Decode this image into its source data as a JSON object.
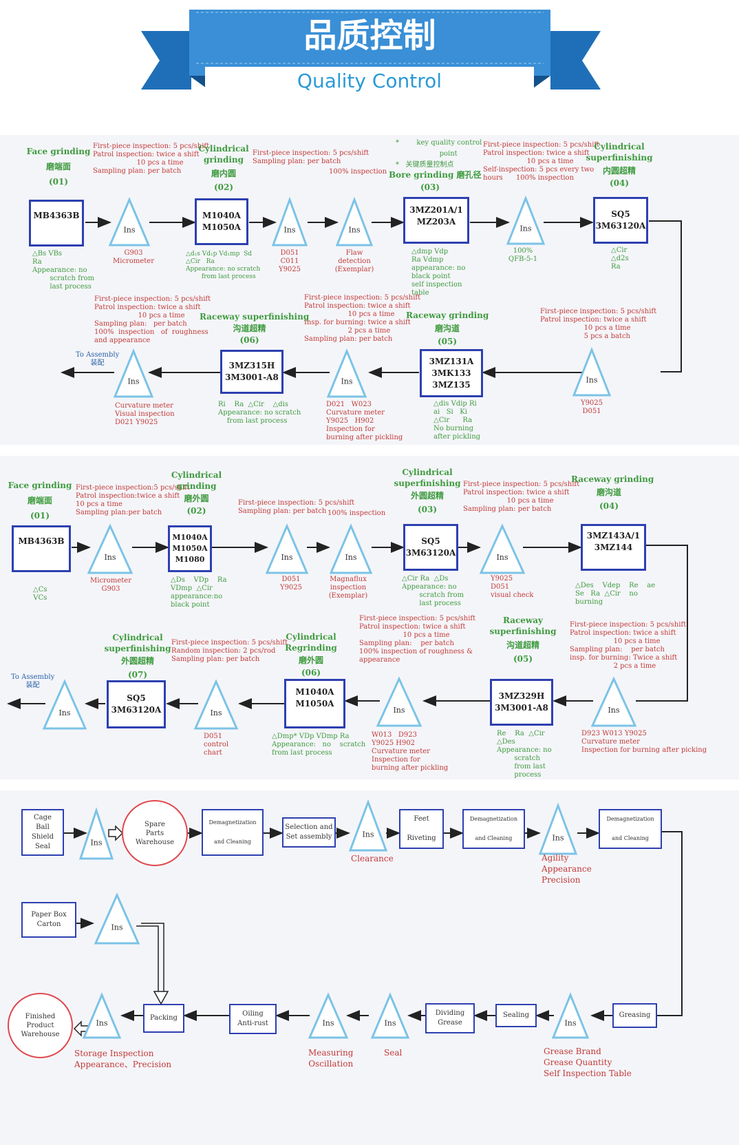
{
  "banner": {
    "title_cn": "品质控制",
    "title_en": "Quality Control"
  },
  "ins": "Ins",
  "p1": {
    "s1": {
      "name_en": "Face grinding",
      "name_cn": "磨端面",
      "num": "(01)",
      "box": "MB4363B",
      "insp": "First-piece inspection: 5 pcs/shift\nPatrol inspection: twice a shift\n                    10 pcs a time\nSampling plan: per batch",
      "params": "△Bs VBs\nRa\nAppearance: no\n        scratch from\n        last process",
      "tool": "G903\nMicrometer"
    },
    "s2": {
      "name_en": "Cylindrical\ngrinding",
      "name_cn": "磨内圆",
      "num": "(02)",
      "box": "M1040A\nM1050A",
      "insp": "First-piece inspection: 5 pcs/shift\nSampling plan: per batch",
      "insp100": "100% inspection",
      "params": "△d₁s Vd₁p Vd₁mp  Sd\n△Cir   Ra\nAppearance: no scratch\n        from last process",
      "tool": "D051\nC011\nY9025",
      "tool2": "Flaw\ndetection\n(Exemplar)"
    },
    "s3": {
      "key_note": "*        key quality control\n                    point\n*   关键质量控制点",
      "name_en": "Bore grinding",
      "name_cn": "磨孔径",
      "num": "(03)",
      "box": "3MZ201A/1\nMZ203A",
      "insp": "First-piece inspection: 5 pcs/shift\nPatrol inspection: twice a shift\n                    10 pcs a time\nSelf-inspection: 5 pcs every two\nhours      100% inspection",
      "params": "△dmp Vdp\nRa Vdmp\nappearance: no\nblack point\nself inspection\ntable",
      "tool": "100%\nQFB-5-1"
    },
    "s4": {
      "name_en": "Cylindrical\nsuperfinishing",
      "name_cn": "内圆超精",
      "num": "(04)",
      "box": "SQ5\n3M63120A",
      "params": "△Cir\n△d2s\nRa"
    },
    "s5": {
      "name_en": "Raceway grinding",
      "name_cn": "磨沟道",
      "num": "(05)",
      "box": "3MZ131A\n3MK133\n3MZ135",
      "insp": "First-piece inspection: 5 pcs/shift\nPatrol inspection: twice a shift\n                    10 pcs a time\n                    5 pcs a batch",
      "params": "△dis Vdip Ri\nai   Si   Ki\n△Cir      Ra\nNo burning\nafter pickling",
      "tool": "Y9025\nD051"
    },
    "s6": {
      "name_en": "Raceway superfinishing",
      "name_cn": "沟道超精",
      "num": "(06)",
      "box": "3MZ315H\n3M3001-A8",
      "insp": "First-piece inspection: 5 pcs/shift\nPatrol inspection: twice a shift\n                    10 pcs a time\nInsp. for burning: twice a shift\n                    2 pcs a time\nSampling plan: per batch",
      "params": "Ri    Ra  △Cir    △dis\nAppearance: no scratch\n    from last process",
      "tool": "D021   W023\nCurvature meter\nY9025   H902\nInspection for\nburning after pickling"
    },
    "s7": {
      "insp": "First-piece inspection: 5 pcs/shift\nPatrol inspection: twice a shift\n                    10 pcs a time\nSampling plan:   per batch\n100%  inspection   of  roughness\nand appearance",
      "tool": "Curvature meter\nVisual inspection\nD021 Y9025"
    },
    "assembly": "To Assembly\n装配"
  },
  "p2": {
    "s1": {
      "name_en": "Face grinding",
      "name_cn": "磨端面",
      "num": "(01)",
      "box": "MB4363B",
      "params": "△Cs\nVCs",
      "tool": "Micrometer\nG903",
      "insp": "First-piece inspection:5 pcs/shift\nPatrol inspection:twice a shift\n10 pcs a time\nSampling plan:per batch"
    },
    "s2": {
      "name_en": "Cylindrical\ngrinding",
      "name_cn": "磨外圆",
      "num": "(02)",
      "box": "M1040A\nM1050A\nM1080",
      "insp": "First-piece inspection: 5 pcs/shift\nSampling plan: per batch",
      "insp100": "100% inspection",
      "params": "△Ds    VDp    Ra\nVDmp  △Cir\nappearance:no\nblack point",
      "tool": "D051\nY9025",
      "tool2": "Magnaflux\ninspection\n(Exemplar)"
    },
    "s3": {
      "name_en": "Cylindrical\nsuperfinishing",
      "name_cn": "外圆超精",
      "num": "(03)",
      "box": "SQ5\n3M63120A",
      "insp": "First-piece inspection: 5 pcs/shift\nPatrol inspection: twice a shift\n                    10 pcs a time\nSampling plan: per batch",
      "params": "△Cir Ra  △Ds\nAppearance: no\n        scratch from\n        last process",
      "tool": "Y9025\nD051\nvisual check"
    },
    "s4": {
      "name_en": "Raceway grinding",
      "name_cn": "磨沟道",
      "num": "(04)",
      "box": "3MZ143A/1\n3MZ144",
      "params": "△Des    Vdep    Re    ae\nSe   Ra  △Cir    no\nburning"
    },
    "s5": {
      "name_en": "Raceway\nsuperfinishing",
      "name_cn": "沟道超精",
      "num": "(05)",
      "box": "3MZ329H\n3M3001-A8",
      "insp": "First-piece inspection: 5 pcs/shift\nPatrol inspection: twice a shift\n                    10 pcs a time\nSampling plan:    per batch\ninsp. for burning: Twice a shift\n                    2 pcs a time",
      "params": "Re    Ra  △Cir\n△Des\nAppearance: no\n        scratch\n        from last\n        process",
      "tool": "D923 W013 Y9025\nCurvature meter\nInspection for burning after picking"
    },
    "s6": {
      "name_en": "Cylindrical\nRegrinding",
      "name_cn": "磨外圆",
      "num": "(06)",
      "box": "M1040A\nM1050A",
      "insp": "First-piece inspection: 5 pcs/shift\nPatrol inspection: twice a shift\n                    10 pcs a time\nSampling plan:    per batch\n100% inspection of roughness &\nappearance",
      "params": "△Dmp* VDp VDmp Ra\nAppearance:   no    scratch\nfrom last process",
      "tool": "W013   D923\nY9025 H902\nCurvature meter\nInspection for\nburning after pickling"
    },
    "s7": {
      "name_en": "Cylindrical\nsuperfinishing",
      "name_cn": "外圆超精",
      "num": "(07)",
      "box": "SQ5\n3M63120A",
      "insp": "First-piece inspection: 5 pcs/shift\nRandom inspection: 2 pcs/rod\nSampling plan: per batch",
      "tool": "D051\ncontrol\nchart"
    },
    "assembly": "To Assembly\n装配"
  },
  "p3": {
    "cage": "Cage\nBall\nShield\nSeal",
    "spare": "Spare\nParts\nWarehouse",
    "demag": "Demagnetization\n\nand Cleaning",
    "selection": "Selection and\nSet assembly",
    "clearance": "Clearance",
    "rivet": "Feet\n\nRiveting",
    "agility": "Agility\nAppearance\nPrecision",
    "greasing": "Greasing",
    "grease_lbl": "Grease Brand\nGrease Quantity\nSelf Inspection Table",
    "sealing": "Sealing",
    "dividing": "Dividing\nGrease",
    "seal_lbl": "Seal",
    "measuring_lbl": "Measuring\nOscillation",
    "oiling": "Oiling\nAnti-rust",
    "packing": "Packing",
    "paper": "Paper Box\nCarton",
    "finished": "Finished\nProduct\nWarehouse",
    "storage_lbl": "Storage Inspection\nAppearance、Precision"
  },
  "colors": {
    "banner": "#3a8fd6",
    "box_border": "#2d40b0",
    "triangle": "#7cc3e6",
    "green": "#3f9b3f",
    "red": "#c23a38",
    "circle": "#e0474c"
  }
}
